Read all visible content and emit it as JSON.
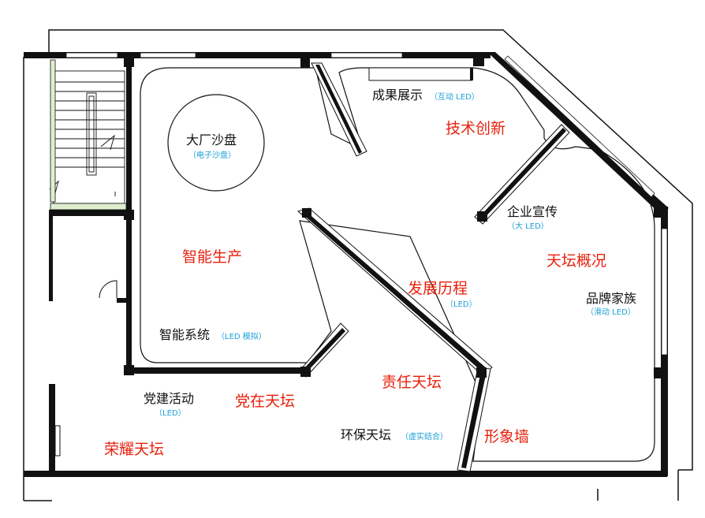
{
  "colors": {
    "wall": "#111111",
    "label_black": "#111111",
    "label_red": "#e8200c",
    "label_sub": "#1aa0d8",
    "background": "#ffffff"
  },
  "zones": {
    "achievement": "成果展示",
    "achievement_note": "（互动 LED）",
    "tech_innovation": "技术创新",
    "factory_sandtable": "大厂沙盘",
    "factory_sandtable_note": "（电子沙盘）",
    "corporate_promo": "企业宣传",
    "corporate_promo_note": "（大 LED）",
    "smart_production": "智能生产",
    "tiantan_overview": "天坛概况",
    "development_history": "发展历程",
    "development_history_note": "（LED）",
    "brand_family": "品牌家族",
    "brand_family_note": "（滑动 LED）",
    "smart_system": "智能系统",
    "smart_system_note": "（LED 模拟）",
    "responsibility": "责任天坛",
    "party_activities": "党建活动",
    "party_activities_note": "（LED）",
    "party_tiantan": "党在天坛",
    "eco_tiantan": "环保天坛",
    "eco_tiantan_note": "（虚实结合）",
    "image_wall": "形象墙",
    "honor_tiantan": "荣耀天坛"
  }
}
